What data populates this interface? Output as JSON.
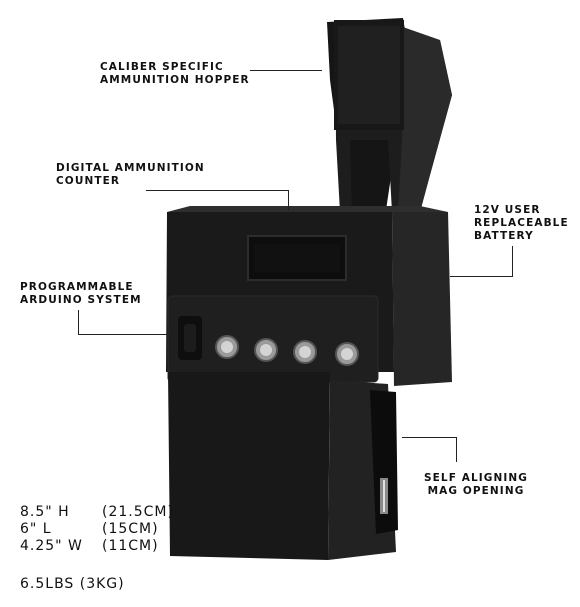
{
  "callouts": {
    "hopper": [
      "CALIBER SPECIFIC",
      "AMMUNITION HOPPER"
    ],
    "counter": [
      "DIGITAL AMMUNITION",
      "COUNTER"
    ],
    "battery": [
      "12V USER",
      "REPLACEABLE",
      "BATTERY"
    ],
    "arduino": [
      "PROGRAMMABLE",
      "ARDUINO SYSTEM"
    ],
    "mag": [
      "SELF ALIGNING",
      "MAG OPENING"
    ]
  },
  "specs": {
    "rows": [
      {
        "imperial": "8.5\" H",
        "metric": "(21.5CM)"
      },
      {
        "imperial": "6\" L",
        "metric": "(15CM)"
      },
      {
        "imperial": "4.25\" W",
        "metric": "(11CM)"
      }
    ],
    "weight": "6.5LBS (3KG)"
  },
  "colors": {
    "device_body": "#1b1b1b",
    "device_side": "#262626",
    "device_highlight": "#333333",
    "button_metal": "#c8c8c8"
  }
}
